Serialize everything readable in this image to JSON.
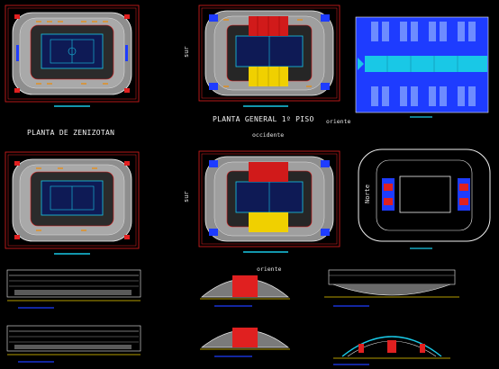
{
  "labels": {
    "planta_zenizotan": "PLANTA DE ZENIZOTAN",
    "planta_general": "PLANTA GENERAL 1º PISO",
    "oriente_top": "oriente",
    "occidente": "occidente",
    "sur_top": "sur",
    "sur_mid": "sur",
    "norte": "Norte",
    "oriente_elev": "oriente"
  },
  "colors": {
    "background": "#000000",
    "cad_red": "#e02020",
    "cad_blue": "#1e3cff",
    "cad_cyan": "#19c8e6",
    "cad_yellow": "#f0d000",
    "cad_grey": "#9a9a9a",
    "cad_white": "#f2f2f2"
  }
}
